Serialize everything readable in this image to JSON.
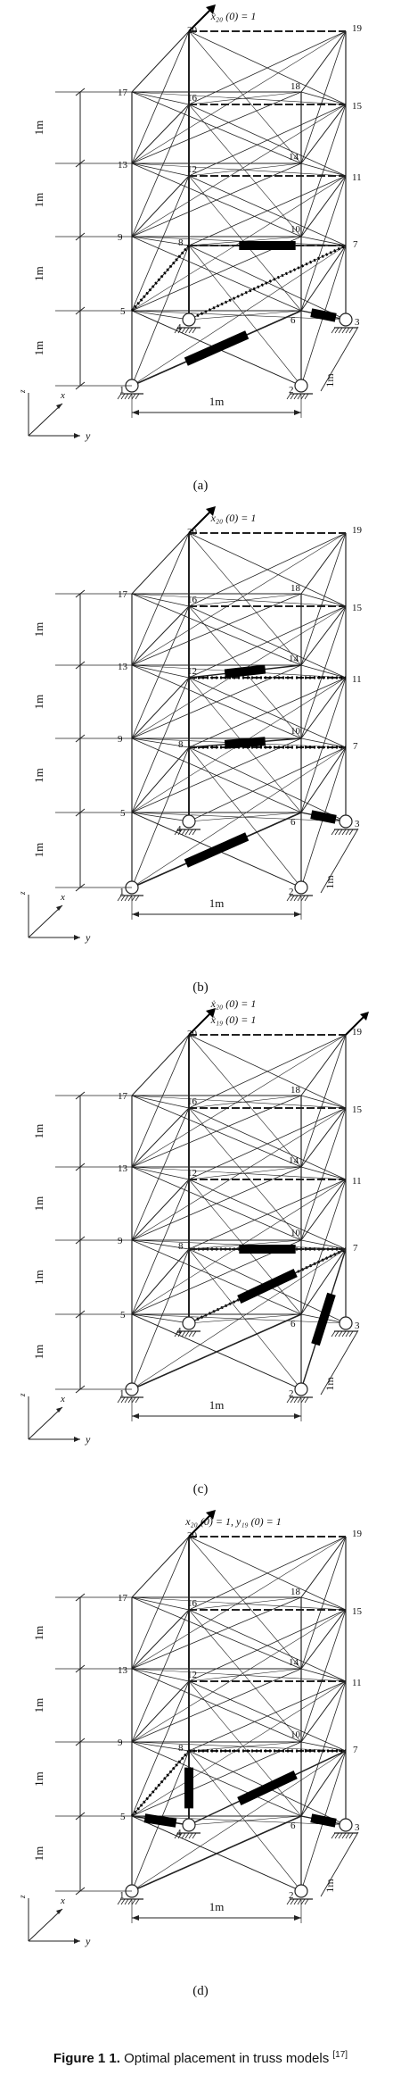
{
  "figure": {
    "caption_bold": "Figure 1 1.",
    "caption_text": " Optimal placement in truss models ",
    "caption_ref": "[17]",
    "dimension_label": "1m",
    "axes": {
      "z": "z",
      "x": "x",
      "y": "y"
    },
    "node_labels": [
      "1",
      "2",
      "3",
      "4",
      "5",
      "6",
      "7",
      "8",
      "9",
      "10",
      "11",
      "12",
      "13",
      "14",
      "15",
      "16",
      "17",
      "18",
      "19",
      "20"
    ],
    "panels": [
      {
        "id": "a",
        "label": "(a)",
        "conditions": [
          "ẋ₂₀ (0) = 1"
        ],
        "actuated_members": [
          [
            1,
            6
          ],
          [
            8,
            7
          ],
          [
            6,
            3
          ]
        ],
        "dotted_members": [
          [
            5,
            8
          ],
          [
            4,
            7
          ]
        ]
      },
      {
        "id": "b",
        "label": "(b)",
        "conditions": [
          "x₂₀ (0) = 1"
        ],
        "actuated_members": [
          [
            1,
            6
          ],
          [
            12,
            14
          ],
          [
            8,
            10
          ],
          [
            6,
            3
          ]
        ],
        "dotted_members": [
          [
            12,
            11
          ],
          [
            8,
            7
          ]
        ]
      },
      {
        "id": "c",
        "label": "(c)",
        "conditions": [
          "ẋ₂₀ (0) = 1",
          "ẋ₁₉ (0) = 1"
        ],
        "actuated_members": [
          [
            8,
            7
          ],
          [
            4,
            7
          ],
          [
            2,
            7
          ]
        ],
        "dotted_members": [
          [
            8,
            7
          ],
          [
            4,
            7
          ]
        ]
      },
      {
        "id": "d",
        "label": "(d)",
        "conditions": [
          "x₂₀ (0) = 1,    y₁₉ (0) = 1"
        ],
        "actuated_members": [
          [
            8,
            4
          ],
          [
            5,
            4
          ],
          [
            4,
            7
          ],
          [
            6,
            3
          ]
        ],
        "dotted_members": [
          [
            8,
            7
          ],
          [
            5,
            8
          ]
        ]
      }
    ]
  }
}
